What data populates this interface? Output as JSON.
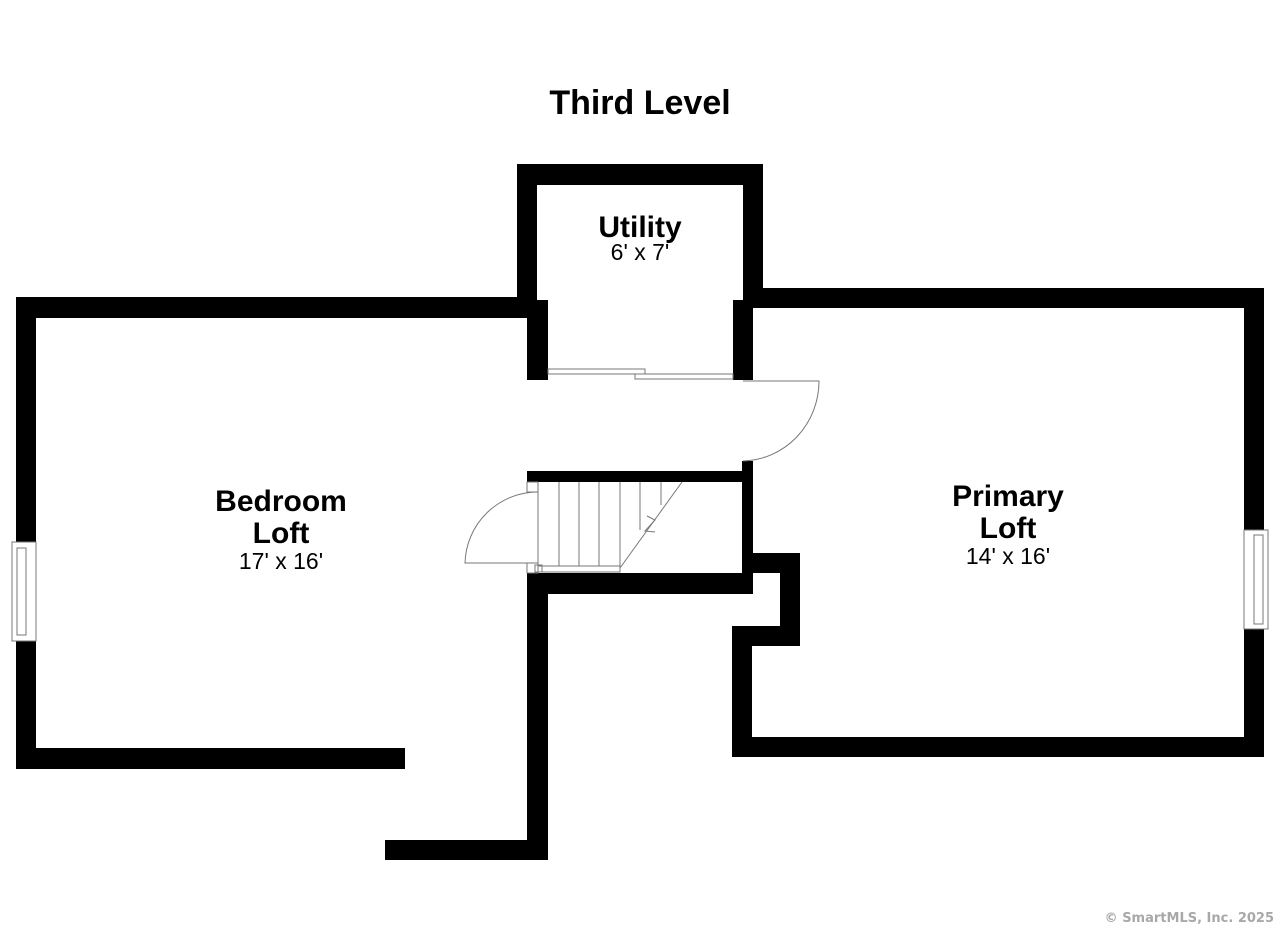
{
  "plan": {
    "title": "Third Level",
    "rooms": [
      {
        "name": "Utility",
        "dimensions": "6' x 7'"
      },
      {
        "name_line1": "Bedroom",
        "name_line2": "Loft",
        "dimensions": "17' x 16'"
      },
      {
        "name_line1": "Primary",
        "name_line2": "Loft",
        "dimensions": "14' x 16'"
      }
    ],
    "wall_color": "#000000",
    "background": "#ffffff"
  },
  "footer": {
    "copyright": "© SmartMLS, Inc.  2025"
  }
}
